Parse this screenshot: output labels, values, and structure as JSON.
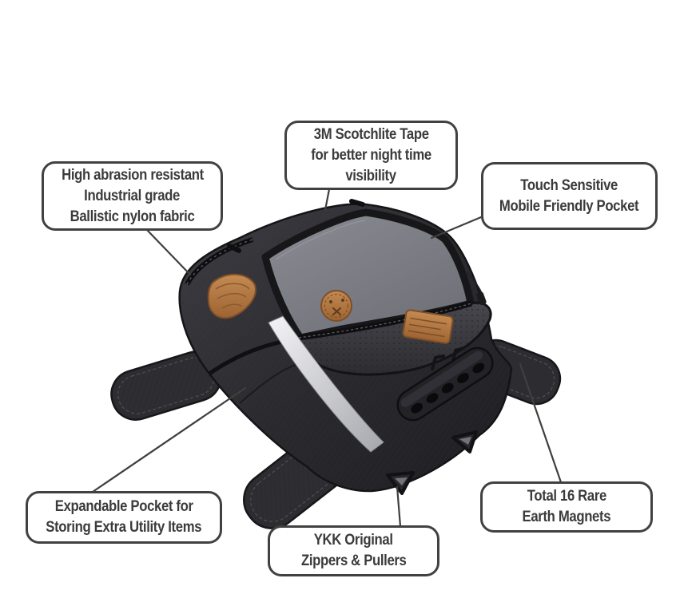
{
  "page": {
    "background": "#ffffff",
    "kind": "product feature callout diagram"
  },
  "product": {
    "name": "Magnetic Motorcycle Tank Bag",
    "colors": {
      "body_black": "#2a2a2e",
      "panel_gray": "#7b7d85",
      "flap_black": "#2d2d31",
      "leather_tan": "#b5794a",
      "reflective_silver": "#e9e9ec",
      "callout_border": "#414141",
      "callout_text": "#3b3b3b",
      "leader_line": "#3f3f3f"
    },
    "visible_parts": [
      "clear-top-panel",
      "wing-leather-patch",
      "round-leather-badge",
      "brand-leather-label",
      "carry-handle",
      "reflective-stripe",
      "magnetic-wing-flaps",
      "zipper-pulls",
      "strap-loops"
    ]
  },
  "callouts": [
    {
      "id": "scotchlite-tape",
      "lines": [
        "3M Scotchlite Tape",
        "for better night time",
        "visibility"
      ]
    },
    {
      "id": "abrasion-fabric",
      "lines": [
        "High abrasion resistant",
        "Industrial grade",
        "Ballistic nylon fabric"
      ]
    },
    {
      "id": "touch-pocket",
      "lines": [
        "Touch Sensitive",
        "Mobile Friendly Pocket"
      ]
    },
    {
      "id": "expandable-pocket",
      "lines": [
        "Expandable Pocket for",
        "Storing Extra Utility Items"
      ]
    },
    {
      "id": "ykk-zippers",
      "lines": [
        "YKK Original",
        "Zippers & Pullers"
      ]
    },
    {
      "id": "earth-magnets",
      "lines": [
        "Total 16 Rare",
        "Earth Magnets"
      ]
    }
  ]
}
